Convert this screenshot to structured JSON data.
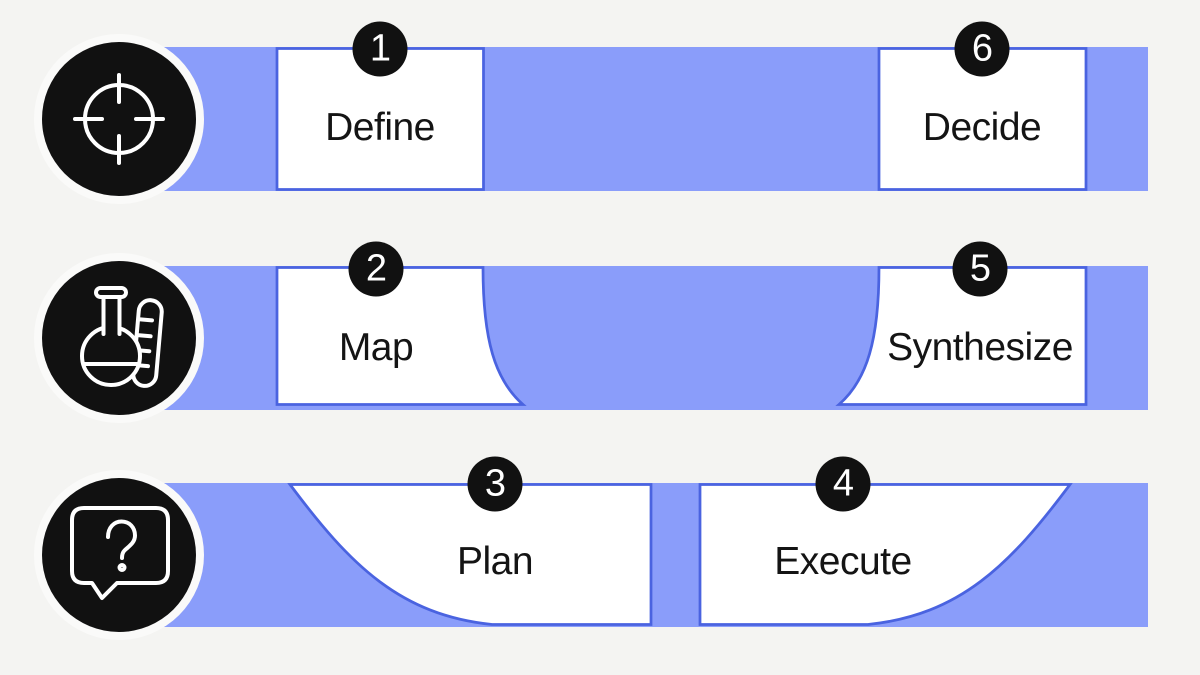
{
  "theme": {
    "background": "#F4F4F2",
    "bar_fill": "#8A9DFA",
    "outline": "#4A63E0",
    "card_fill": "#FFFFFF",
    "ink": "#141414",
    "badge_fill": "#111111",
    "badge_text": "#FFFFFF",
    "icon_bg": "#111111",
    "icon_stroke": "#FFFFFF",
    "ring": "#FAFAF9"
  },
  "icons": [
    "target-icon",
    "flask-icon",
    "question-bubble-icon"
  ],
  "rows": [
    {
      "icon": "target-icon",
      "step_numbers": [
        "1",
        "6"
      ]
    },
    {
      "icon": "flask-icon",
      "step_numbers": [
        "2",
        "5"
      ]
    },
    {
      "icon": "question-bubble-icon",
      "step_numbers": [
        "3",
        "4"
      ]
    }
  ],
  "steps": [
    {
      "number": "1",
      "label": "Define"
    },
    {
      "number": "2",
      "label": "Map"
    },
    {
      "number": "3",
      "label": "Plan"
    },
    {
      "number": "4",
      "label": "Execute"
    },
    {
      "number": "5",
      "label": "Synthesize"
    },
    {
      "number": "6",
      "label": "Decide"
    }
  ]
}
